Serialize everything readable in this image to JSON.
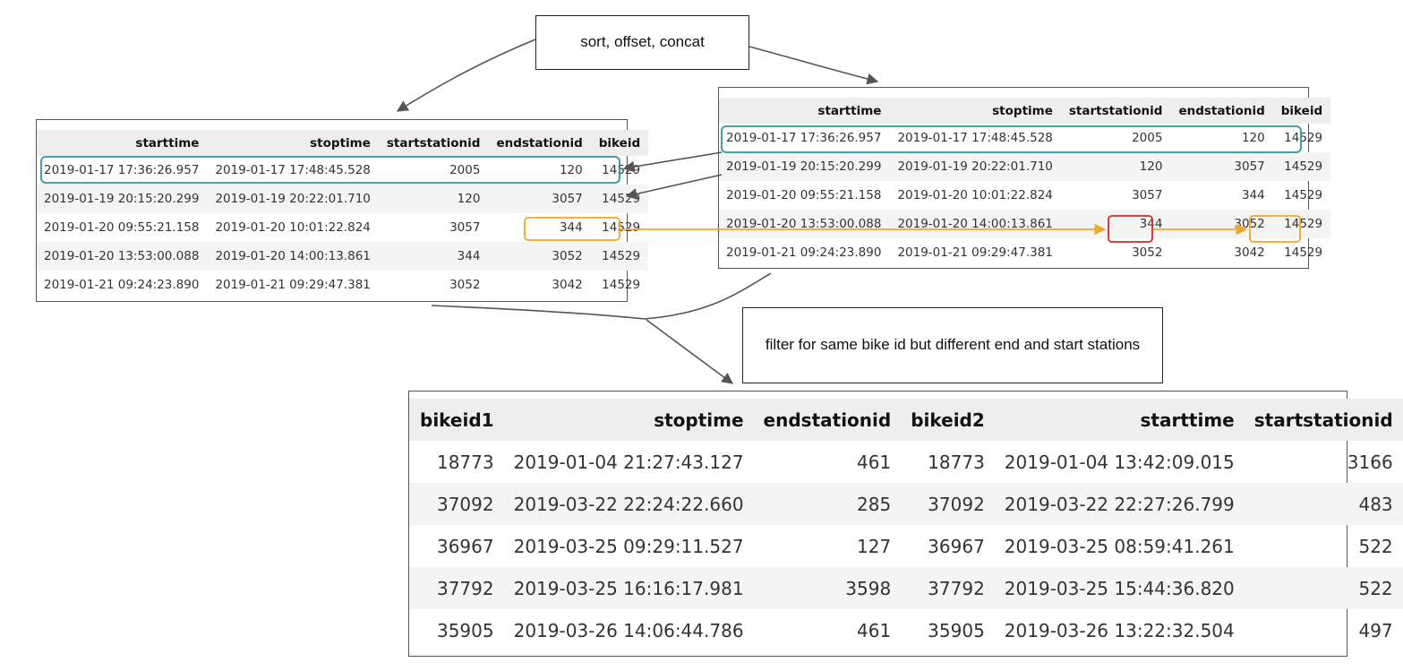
{
  "labels": {
    "sort": "sort, offset, concat",
    "filter": "filter for same bike id but different end and start stations"
  },
  "left_table": {
    "headers": [
      "starttime",
      "stoptime",
      "startstationid",
      "endstationid",
      "bikeid"
    ],
    "rows": [
      [
        "2019-01-17 17:36:26.957",
        "2019-01-17 17:48:45.528",
        "2005",
        "120",
        "14529"
      ],
      [
        "2019-01-19 20:15:20.299",
        "2019-01-19 20:22:01.710",
        "120",
        "3057",
        "14529"
      ],
      [
        "2019-01-20 09:55:21.158",
        "2019-01-20 10:01:22.824",
        "3057",
        "344",
        "14529"
      ],
      [
        "2019-01-20 13:53:00.088",
        "2019-01-20 14:00:13.861",
        "344",
        "3052",
        "14529"
      ],
      [
        "2019-01-21 09:24:23.890",
        "2019-01-21 09:29:47.381",
        "3052",
        "3042",
        "14529"
      ]
    ]
  },
  "right_table": {
    "headers": [
      "starttime",
      "stoptime",
      "startstationid",
      "endstationid",
      "bikeid"
    ],
    "rows": [
      [
        "2019-01-17 17:36:26.957",
        "2019-01-17 17:48:45.528",
        "2005",
        "120",
        "14529"
      ],
      [
        "2019-01-19 20:15:20.299",
        "2019-01-19 20:22:01.710",
        "120",
        "3057",
        "14529"
      ],
      [
        "2019-01-20 09:55:21.158",
        "2019-01-20 10:01:22.824",
        "3057",
        "344",
        "14529"
      ],
      [
        "2019-01-20 13:53:00.088",
        "2019-01-20 14:00:13.861",
        "344",
        "3052",
        "14529"
      ],
      [
        "2019-01-21 09:24:23.890",
        "2019-01-21 09:29:47.381",
        "3052",
        "3042",
        "14529"
      ]
    ]
  },
  "result_table": {
    "headers": [
      "bikeid1",
      "stoptime",
      "endstationid",
      "bikeid2",
      "starttime",
      "startstationid"
    ],
    "rows": [
      [
        "18773",
        "2019-01-04 21:27:43.127",
        "461",
        "18773",
        "2019-01-04 13:42:09.015",
        "3166"
      ],
      [
        "37092",
        "2019-03-22 22:24:22.660",
        "285",
        "37092",
        "2019-03-22 22:27:26.799",
        "483"
      ],
      [
        "36967",
        "2019-03-25 09:29:11.527",
        "127",
        "36967",
        "2019-03-25 08:59:41.261",
        "522"
      ],
      [
        "37792",
        "2019-03-25 16:16:17.981",
        "3598",
        "37792",
        "2019-03-25 15:44:36.820",
        "522"
      ],
      [
        "35905",
        "2019-03-26 14:06:44.786",
        "461",
        "35905",
        "2019-03-26 13:22:32.504",
        "497"
      ]
    ]
  },
  "colors": {
    "teal": "#2a97a3",
    "orange": "#f5a623",
    "red": "#e02424",
    "arrow": "#555555"
  }
}
